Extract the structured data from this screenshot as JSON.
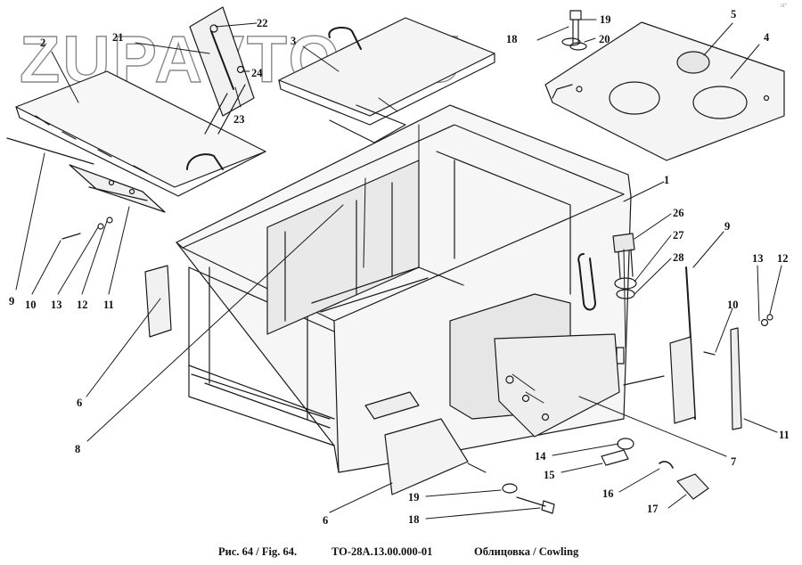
{
  "watermark": "ZUPAVTO.RU",
  "corner_mark": "st°",
  "caption": {
    "figure": "Рис. 64 / Fig. 64.",
    "code": "ТО-28А.13.00.000-01",
    "title": "Облицовка / Cowling"
  },
  "callouts": [
    {
      "id": "c1",
      "text": "1"
    },
    {
      "id": "c2",
      "text": "2"
    },
    {
      "id": "c3",
      "text": "3"
    },
    {
      "id": "c4",
      "text": "4"
    },
    {
      "id": "c5",
      "text": "5"
    },
    {
      "id": "c6a",
      "text": "6"
    },
    {
      "id": "c6b",
      "text": "6"
    },
    {
      "id": "c7",
      "text": "7"
    },
    {
      "id": "c8",
      "text": "8"
    },
    {
      "id": "c9a",
      "text": "9"
    },
    {
      "id": "c9b",
      "text": "9"
    },
    {
      "id": "c10a",
      "text": "10"
    },
    {
      "id": "c10b",
      "text": "10"
    },
    {
      "id": "c11a",
      "text": "11"
    },
    {
      "id": "c11b",
      "text": "11"
    },
    {
      "id": "c12a",
      "text": "12"
    },
    {
      "id": "c12b",
      "text": "12"
    },
    {
      "id": "c13a",
      "text": "13"
    },
    {
      "id": "c13b",
      "text": "13"
    },
    {
      "id": "c14",
      "text": "14"
    },
    {
      "id": "c15",
      "text": "15"
    },
    {
      "id": "c16",
      "text": "16"
    },
    {
      "id": "c17",
      "text": "17"
    },
    {
      "id": "c18a",
      "text": "18"
    },
    {
      "id": "c18b",
      "text": "18"
    },
    {
      "id": "c19a",
      "text": "19"
    },
    {
      "id": "c19b",
      "text": "19"
    },
    {
      "id": "c20",
      "text": "20"
    },
    {
      "id": "c21",
      "text": "21"
    },
    {
      "id": "c22",
      "text": "22"
    },
    {
      "id": "c23",
      "text": "23"
    },
    {
      "id": "c24",
      "text": "24"
    },
    {
      "id": "c26",
      "text": "26"
    },
    {
      "id": "c27",
      "text": "27"
    },
    {
      "id": "c28",
      "text": "28"
    }
  ]
}
